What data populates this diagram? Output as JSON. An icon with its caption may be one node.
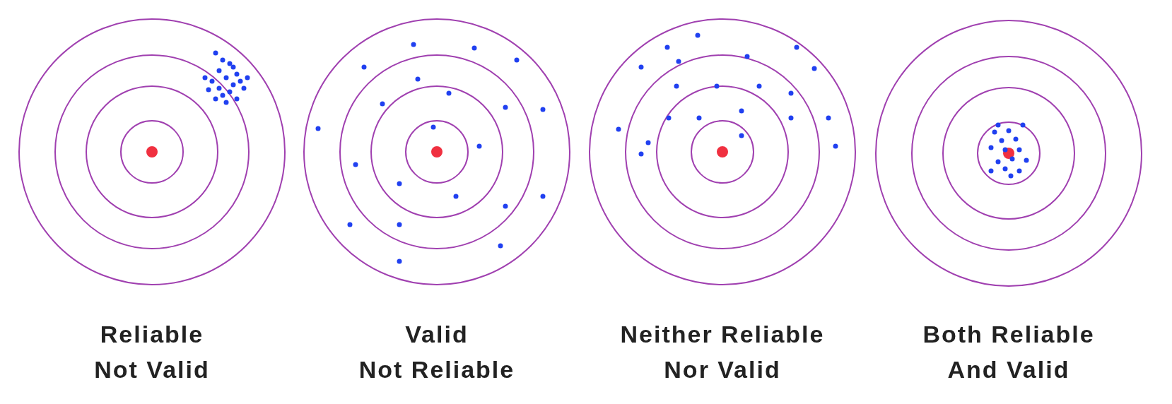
{
  "diagram": {
    "labels": [
      "Reliable Not Valid",
      "Valid Not Reliable",
      "Neither Reliable Nor Valid",
      "Both Reliable And Valid"
    ]
  }
}
